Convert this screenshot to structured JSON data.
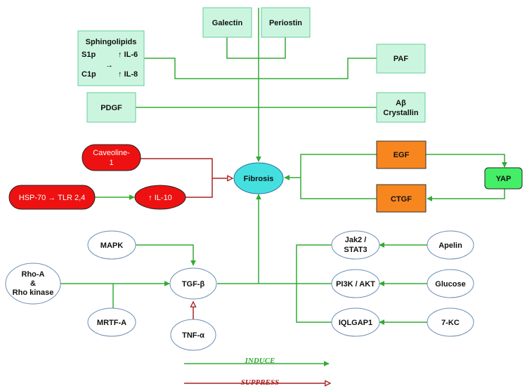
{
  "colors": {
    "induce": "#33aa33",
    "suppress": "#aa2222",
    "green_box_fill": "#ccf5e0",
    "green_box_stroke": "#66cc99",
    "oval_stroke": "#6b8fb5",
    "red_fill": "#ee1111",
    "orange_fill": "#f7861f",
    "cyan_fill": "#44e0e0",
    "yap_fill": "#44ee66"
  },
  "nodes": {
    "galectin": "Galectin",
    "periostin": "Periostin",
    "sphingolipids": {
      "title": "Sphingolipids",
      "s1p": "S1p",
      "c1p": "C1p",
      "arrow": "→",
      "il6": "↑ IL-6",
      "il8": "↑ IL-8"
    },
    "paf": "PAF",
    "pdgf": "PDGF",
    "ab_crystallin": {
      "line1": "Aβ",
      "line2": "Crystallin"
    },
    "caveoline": {
      "line1": "Caveoline-",
      "line2": "1"
    },
    "hsp70": "HSP-70 → TLR 2,4",
    "il10": "↑ IL-10",
    "fibrosis": "Fibrosis",
    "egf": "EGF",
    "ctgf": "CTGF",
    "yap": "YAP",
    "mapk": "MAPK",
    "rho": {
      "line1": "Rho-A",
      "line2": "&",
      "line3": "Rho kinase"
    },
    "tgfb": "TGF-β",
    "mrtfa": "MRTF-A",
    "tnfa": "TNF-α",
    "jak2": {
      "line1": "Jak2 /",
      "line2": "STAT3"
    },
    "pi3k": "PI3K / AKT",
    "iqgap1": "IQLGAP1",
    "apelin": "Apelin",
    "glucose": "Glucose",
    "kc7": "7-KC"
  },
  "legend": {
    "induce": "INDUCE",
    "suppress": "SUPPRESS"
  }
}
